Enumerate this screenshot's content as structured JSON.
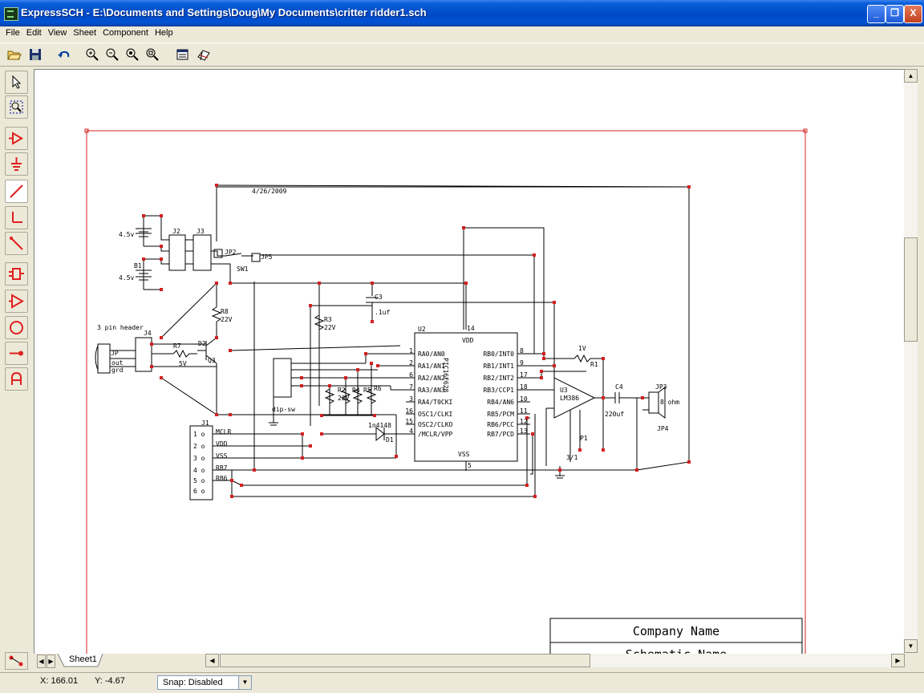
{
  "window": {
    "title": "ExpressSCH - E:\\Documents and Settings\\Doug\\My Documents\\critter ridder1.sch",
    "minimize": "_",
    "maximize": "❐",
    "close": "X"
  },
  "menu": [
    "File",
    "Edit",
    "View",
    "Sheet",
    "Component",
    "Help"
  ],
  "toolbar": {
    "icons": [
      "open-icon",
      "save-icon",
      "undo-icon",
      "zoom-in-icon",
      "zoom-out-icon",
      "zoom-fit-icon",
      "zoom-page-icon",
      "properties-icon",
      "print-icon"
    ]
  },
  "tools": {
    "icons": [
      "select-arrow-icon",
      "zoom-select-icon",
      "add-component-icon",
      "ground-icon",
      "wire-icon",
      "bus-icon",
      "junction-line-icon",
      "port-icon",
      "opamp-icon",
      "circle-icon",
      "pin-icon",
      "text-icon",
      "snap-junction-icon"
    ]
  },
  "schematic": {
    "date": "4/26/2009",
    "company_label": "Company Name",
    "schematic_label": "Schematic Name",
    "labels": {
      "b_top": "4.5v",
      "b_bottom": "4.5v",
      "b1": "B1",
      "j2": "J2",
      "j3": "J3",
      "jp2": "JP2",
      "jp5": "JP5",
      "sw1": "SW1",
      "r8": "R8",
      "r8_val": "22V",
      "r3": "R3",
      "r3_val": "22V",
      "c3": "C3",
      "c3_val": ".1uf",
      "header3": "3 pin header",
      "j4": "J4",
      "jp": "JP",
      "out": "out",
      "grd": "grd",
      "r7": "R7",
      "r7_val": "5V",
      "d2": "D2",
      "q3": "Q3",
      "u2": "U2",
      "vdd": "VDD",
      "vss": "VSS",
      "pin14": "14",
      "pin5": "5",
      "chip_name": "PIC16F628",
      "dip": "dip-sw",
      "r2": "R2",
      "r4": "R4",
      "r5": "R5",
      "r6": "R6",
      "r_val": "22V",
      "diode": "1n4148",
      "d1": "D1",
      "j1": "J1",
      "u3": "U3",
      "lm": "LM386",
      "r1": "R1",
      "r1_val": "1V",
      "c4": "C4",
      "c4_val": "220uf",
      "jp3": "JP3",
      "jp4": "JP4",
      "ohm": "8 ohm",
      "p1": "P1",
      "p1_val": "3/1"
    },
    "left_pins": [
      {
        "num": "1",
        "name": "RA0/AN0"
      },
      {
        "num": "2",
        "name": "RA1/AN1"
      },
      {
        "num": "6",
        "name": "RA2/AN2"
      },
      {
        "num": "7",
        "name": "RA3/AN3"
      },
      {
        "num": "3",
        "name": "RA4/T0CKI"
      },
      {
        "num": "16",
        "name": "OSC1/CLKI"
      },
      {
        "num": "15",
        "name": "OSC2/CLKO"
      },
      {
        "num": "4",
        "name": "/MCLR/VPP"
      }
    ],
    "right_pins": [
      {
        "num": "8",
        "name": "RB0/INT0"
      },
      {
        "num": "9",
        "name": "RB1/INT1"
      },
      {
        "num": "17",
        "name": "RB2/INT2"
      },
      {
        "num": "18",
        "name": "RB3/CCP1"
      },
      {
        "num": "10",
        "name": "RB4/AN6"
      },
      {
        "num": "11",
        "name": "RB5/PCM"
      },
      {
        "num": "12",
        "name": "RB6/PCC"
      },
      {
        "num": "13",
        "name": "RB7/PCD"
      }
    ],
    "j1_pins": [
      {
        "num": "1",
        "name": "MCLR"
      },
      {
        "num": "2",
        "name": "VDD"
      },
      {
        "num": "3",
        "name": "VSS"
      },
      {
        "num": "4",
        "name": "RB7"
      },
      {
        "num": "5",
        "name": "RB6"
      },
      {
        "num": "6",
        "name": ""
      }
    ]
  },
  "sheet_tab": "Sheet1",
  "status": {
    "x": "X: 166.01",
    "y": "Y: -4.67",
    "snap": "Snap: Disabled"
  }
}
